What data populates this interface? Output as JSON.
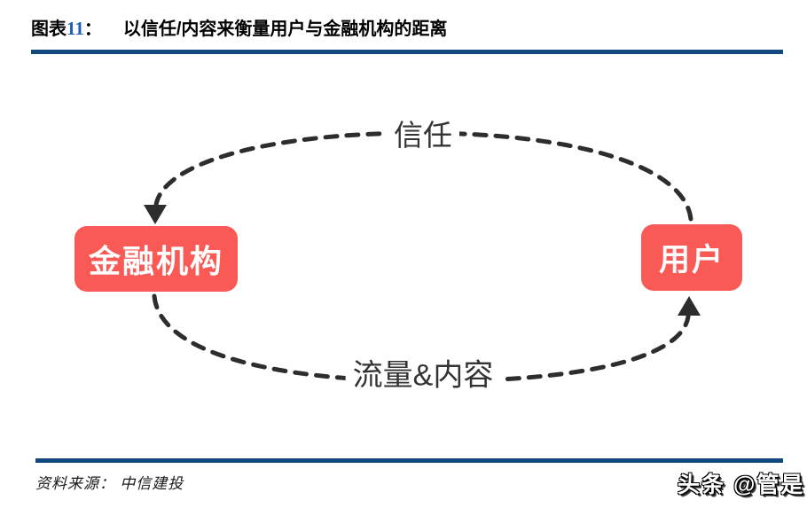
{
  "figure": {
    "label_prefix": "图表",
    "number": "11",
    "colon": "：",
    "title": "以信任/内容来衡量用户与金融机构的距离"
  },
  "diagram": {
    "nodes": [
      {
        "id": "financial-institution",
        "label": "金融机构"
      },
      {
        "id": "user",
        "label": "用户"
      }
    ],
    "edges": [
      {
        "label": "信任",
        "from": "用户",
        "to": "金融机构",
        "position": "top",
        "style": "dashed-arc-arrow"
      },
      {
        "label": "流量&内容",
        "from": "金融机构",
        "to": "用户",
        "position": "bottom",
        "style": "dashed-arc-arrow"
      }
    ],
    "node_color": "#F95A55",
    "edge_color": "#2D2D2D"
  },
  "footer": {
    "source": "资料来源： 中信建投",
    "watermark": "头条 @管是"
  },
  "colors": {
    "accent_rule": "#11497E",
    "figure_number_blue": "#1F5FB8",
    "background": "#FFFFFF"
  }
}
